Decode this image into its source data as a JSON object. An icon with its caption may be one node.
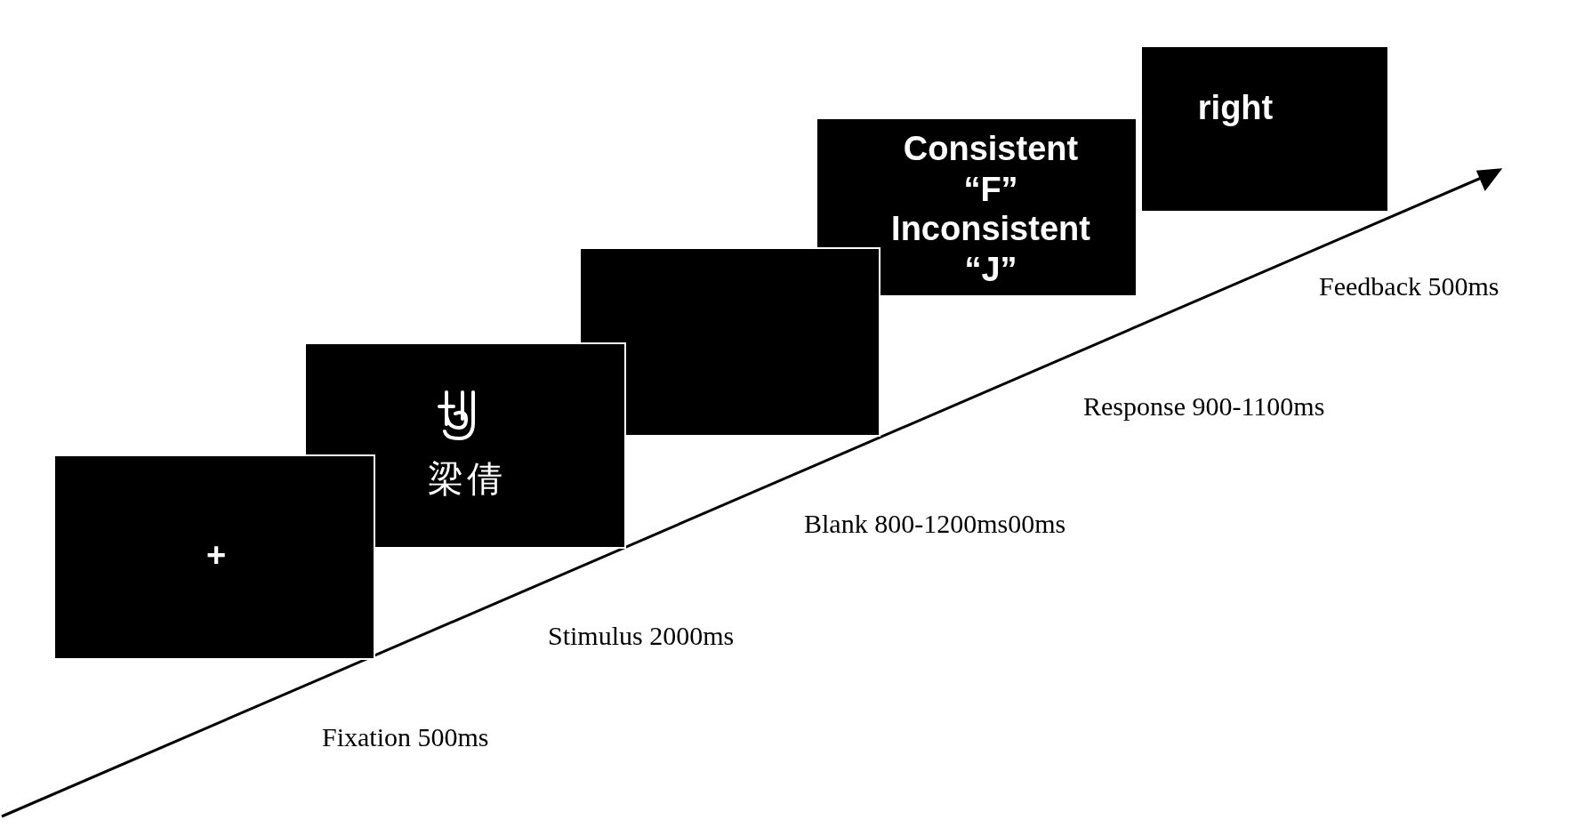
{
  "diagram": {
    "nodes": [
      {
        "text": [
          "+"
        ],
        "beside": [
          "Fixation 500ms"
        ]
      },
      {
        "text": [
          "梁倩"
        ],
        "beside": [
          "Stimulus 2000ms"
        ]
      },
      {
        "text": [],
        "shape": "box",
        "beside": [
          "Blank 800-1200ms00ms"
        ]
      },
      {
        "text": [
          "Consistent “F”",
          "Inconsistent “J”"
        ],
        "beside": [
          "Response 900-1100ms"
        ]
      },
      {
        "text": [
          "right"
        ],
        "beside": [
          "Feedback 500ms"
        ]
      }
    ]
  }
}
